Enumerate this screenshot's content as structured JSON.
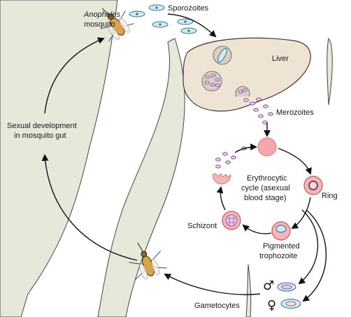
{
  "labels": {
    "anopheles_species": "Anopheles",
    "mosquito_word": "mosquito",
    "sporozoites": "Sporozoites",
    "liver": "Liver",
    "merozoites": "Merozoites",
    "erythrocytic_line1": "Erythrocytic",
    "erythrocytic_line2": "cycle (asexual",
    "erythrocytic_line3": "blood stage)",
    "ring": "Ring",
    "schizont": "Schizont",
    "pigmented_line1": "Pigmented",
    "pigmented_line2": "trophozoite",
    "sexual_line1": "Sexual development",
    "sexual_line2": "in mosquito gut",
    "gametocytes": "Gametocytes",
    "male_symbol": "♂",
    "female_symbol": "♀"
  },
  "colors": {
    "skin": "#e6e8da",
    "skin_stroke": "#444444",
    "liver": "#efe4d4",
    "red_cell": "#f4b6b6",
    "red_cell_stroke": "#d77a7a",
    "parasite": "#e7c6ef",
    "parasite_stroke": "#7a3f8a",
    "sporozoite": "#cfe9f2",
    "sporozoite_stroke": "#3a6f87",
    "mosquito_body": "#d9a548"
  }
}
